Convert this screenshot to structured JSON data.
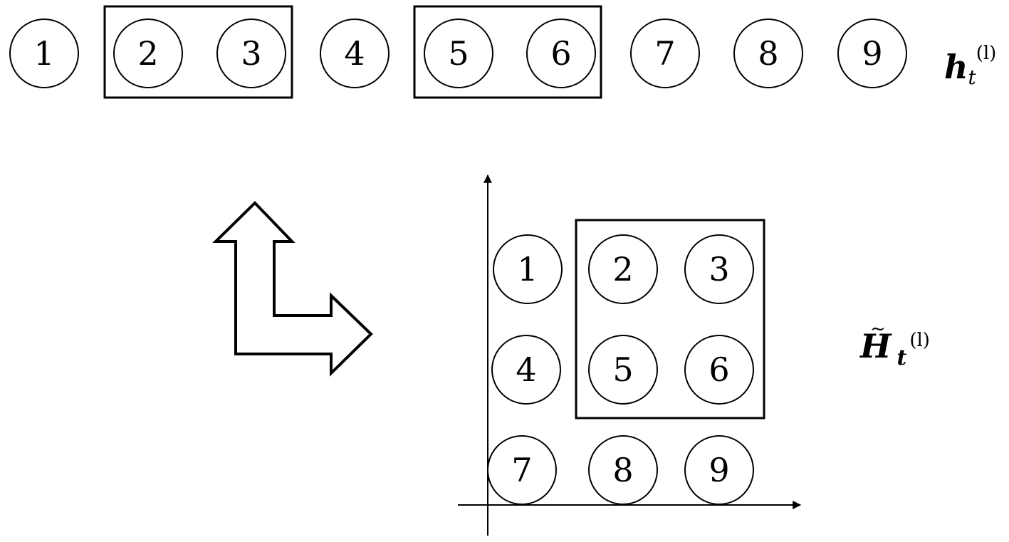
{
  "vector": {
    "nodes": [
      "1",
      "2",
      "3",
      "4",
      "5",
      "6",
      "7",
      "8",
      "9"
    ],
    "groups": [
      [
        "2",
        "3"
      ],
      [
        "5",
        "6"
      ]
    ],
    "label": {
      "main": "h",
      "sub": "t",
      "sup": "(l)"
    }
  },
  "matrix": {
    "rows": [
      [
        "1",
        "2",
        "3"
      ],
      [
        "4",
        "5",
        "6"
      ],
      [
        "7",
        "8",
        "9"
      ]
    ],
    "group": [
      "2",
      "3",
      "5",
      "6"
    ],
    "label": {
      "main": "H",
      "tilde": "~",
      "sub": "t",
      "sup": "(l)"
    }
  }
}
